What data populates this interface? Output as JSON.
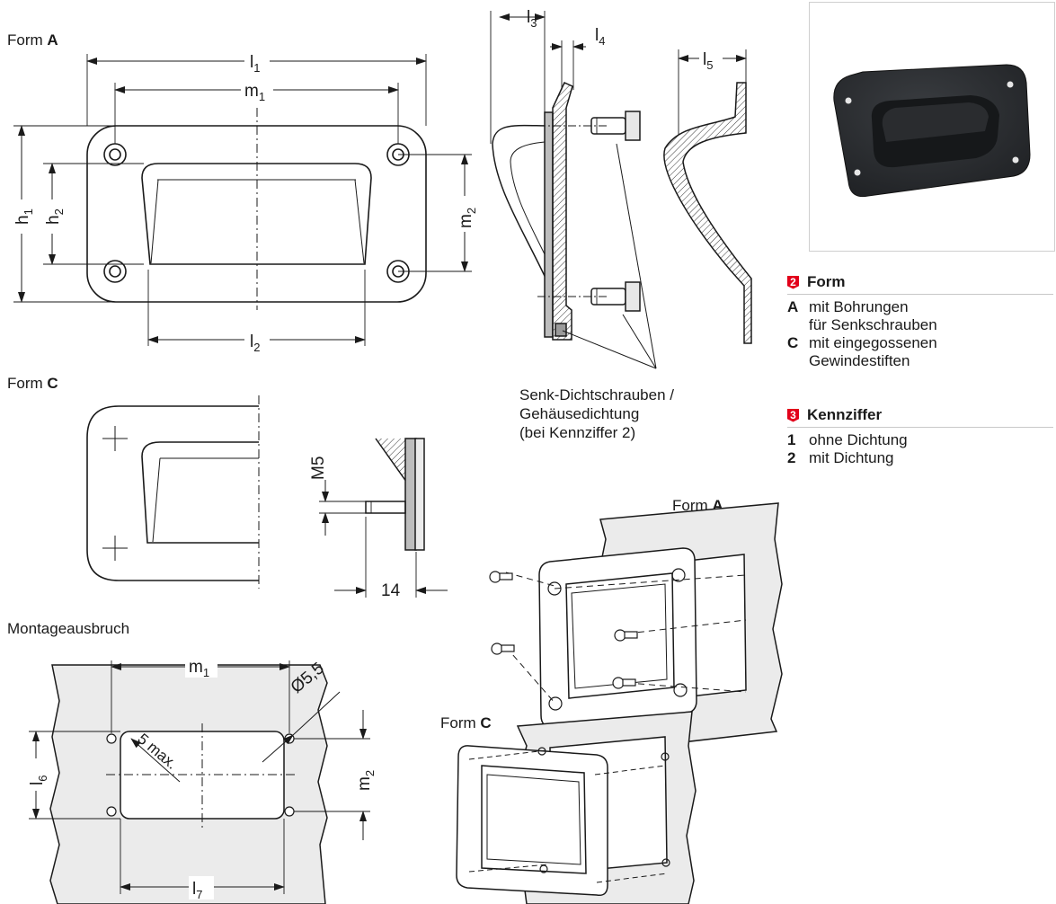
{
  "views": {
    "form_a_front": {
      "caption_prefix": "Form ",
      "caption_letter": "A",
      "l1": "l",
      "l1_sub": "1",
      "m1": "m",
      "m1_sub": "1",
      "h1": "h",
      "h1_sub": "1",
      "h2": "h",
      "h2_sub": "2",
      "m2": "m",
      "m2_sub": "2",
      "l2": "l",
      "l2_sub": "2"
    },
    "side_section": {
      "l3": "l",
      "l3_sub": "3",
      "l4": "l",
      "l4_sub": "4",
      "l5": "l",
      "l5_sub": "5"
    },
    "screws_note": {
      "line1": "Senk-Dichtschrauben /",
      "line2": "Gehäusedichtung",
      "line3": "(bei Kennziffer 2)"
    },
    "form_c_front": {
      "caption_prefix": "Form ",
      "caption_letter": "C"
    },
    "form_c_detail": {
      "thread": "M5",
      "length": "14"
    },
    "cutout": {
      "caption": "Montageausbruch",
      "m1": "m",
      "m1_sub": "1",
      "m2": "m",
      "m2_sub": "2",
      "l6": "l",
      "l6_sub": "6",
      "l7": "l",
      "l7_sub": "7",
      "hole": "Ø5,5",
      "radius": "5 max."
    },
    "exploded_a": {
      "caption_prefix": "Form ",
      "caption_letter": "A"
    },
    "exploded_c": {
      "caption_prefix": "Form ",
      "caption_letter": "C"
    }
  },
  "legend": {
    "form": {
      "badge": "2",
      "title": "Form",
      "items": [
        {
          "key": "A",
          "text": "mit Bohrungen\nfür Senkschrauben"
        },
        {
          "key": "C",
          "text": "mit eingegossenen\nGewindestiften"
        }
      ]
    },
    "kennziffer": {
      "badge": "3",
      "title": "Kennziffer",
      "items": [
        {
          "key": "1",
          "text": "ohne Dichtung"
        },
        {
          "key": "2",
          "text": "mit Dichtung"
        }
      ]
    }
  },
  "colors": {
    "badge": "#e2001a",
    "line": "#1a1a1a",
    "panel": "#ebebeb",
    "section": "#9a9a9a",
    "photo_part": "#2b2d30"
  },
  "icons": {
    "badge": "shield-badge",
    "photo": "recessed-handle-photo"
  }
}
